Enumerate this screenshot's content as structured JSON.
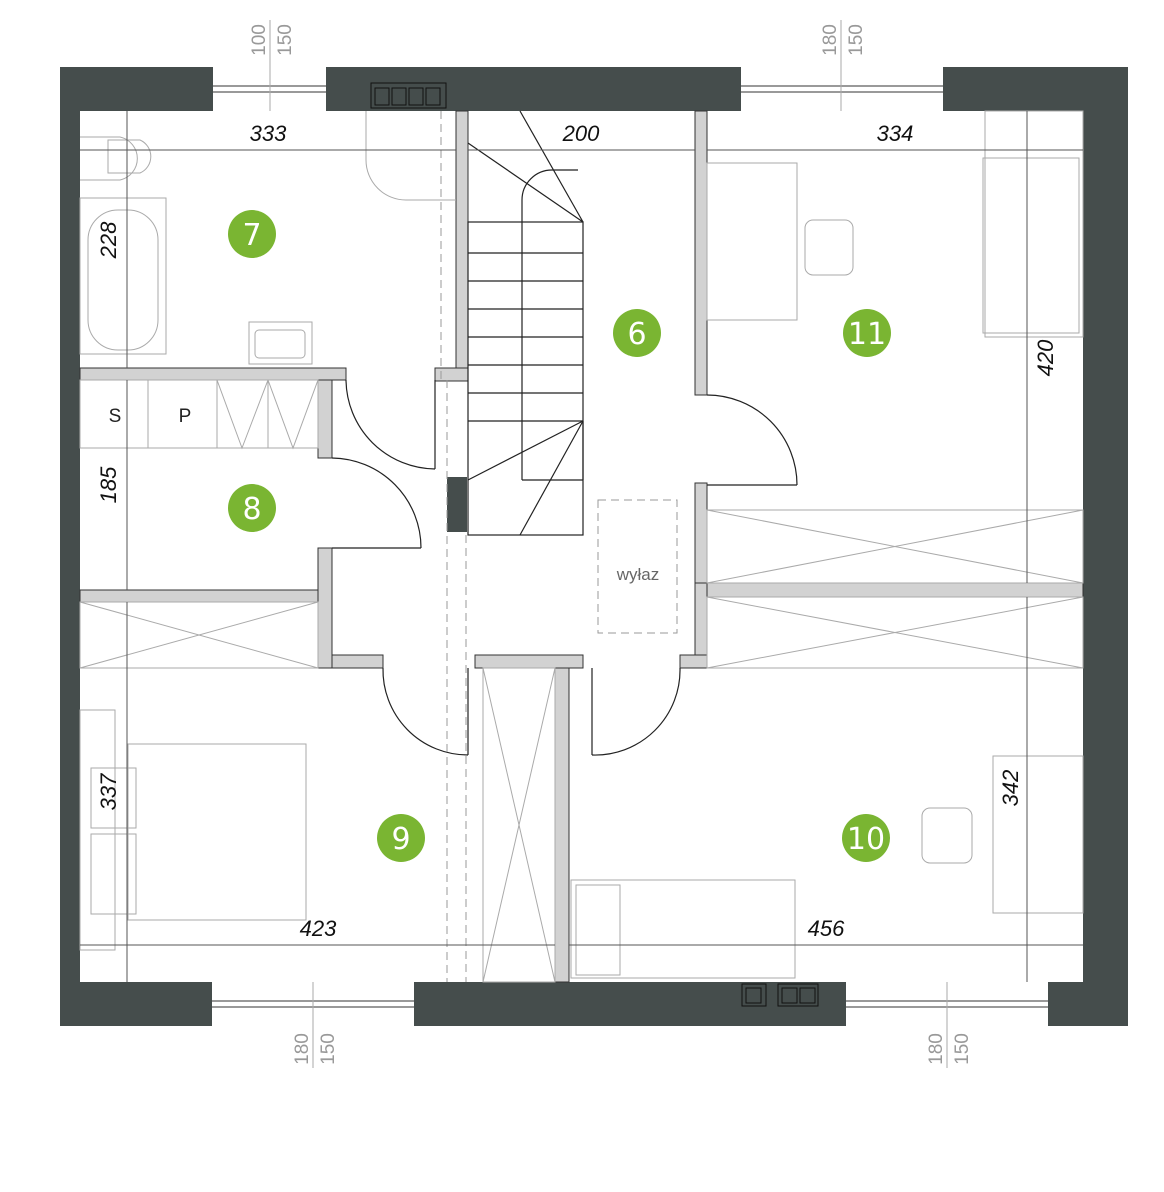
{
  "colors": {
    "outer_wall": "#454d4c",
    "inner_wall": "#d2d2d2",
    "room_badge": "#7ab532"
  },
  "rooms": [
    {
      "number": "7"
    },
    {
      "number": "6"
    },
    {
      "number": "11"
    },
    {
      "number": "8"
    },
    {
      "number": "9"
    },
    {
      "number": "10"
    }
  ],
  "dimensions": {
    "top_left": "333",
    "top_middle": "200",
    "top_right": "334",
    "left_1": "228",
    "left_2": "185",
    "left_3": "337",
    "bottom_left": "423",
    "bottom_right": "456",
    "right_1": "420",
    "right_2": "342"
  },
  "windows": {
    "top_left": [
      "100",
      "150"
    ],
    "top_right": [
      "180",
      "150"
    ],
    "bottom_left": [
      "180",
      "150"
    ],
    "bottom_right": [
      "180",
      "150"
    ]
  },
  "labels": {
    "wardrobe_s": "S",
    "wardrobe_p": "P",
    "hatch": "wyłaz"
  }
}
